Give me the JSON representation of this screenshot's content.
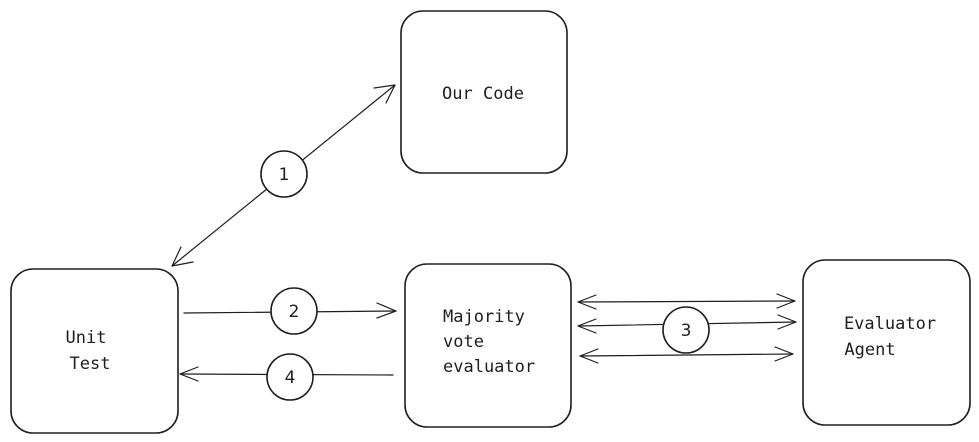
{
  "nodes": {
    "our_code": {
      "label": "Our Code"
    },
    "unit_test": {
      "label_line1": "Unit",
      "label_line2": "Test"
    },
    "majority": {
      "label_line1": "Majority",
      "label_line2": "vote",
      "label_line3": "evaluator"
    },
    "agent": {
      "label_line1": "Evaluator",
      "label_line2": "Agent"
    }
  },
  "steps": {
    "s1": "1",
    "s2": "2",
    "s3": "3",
    "s4": "4"
  },
  "colors": {
    "stroke": "#1e1e1e",
    "background": "#ffffff"
  }
}
